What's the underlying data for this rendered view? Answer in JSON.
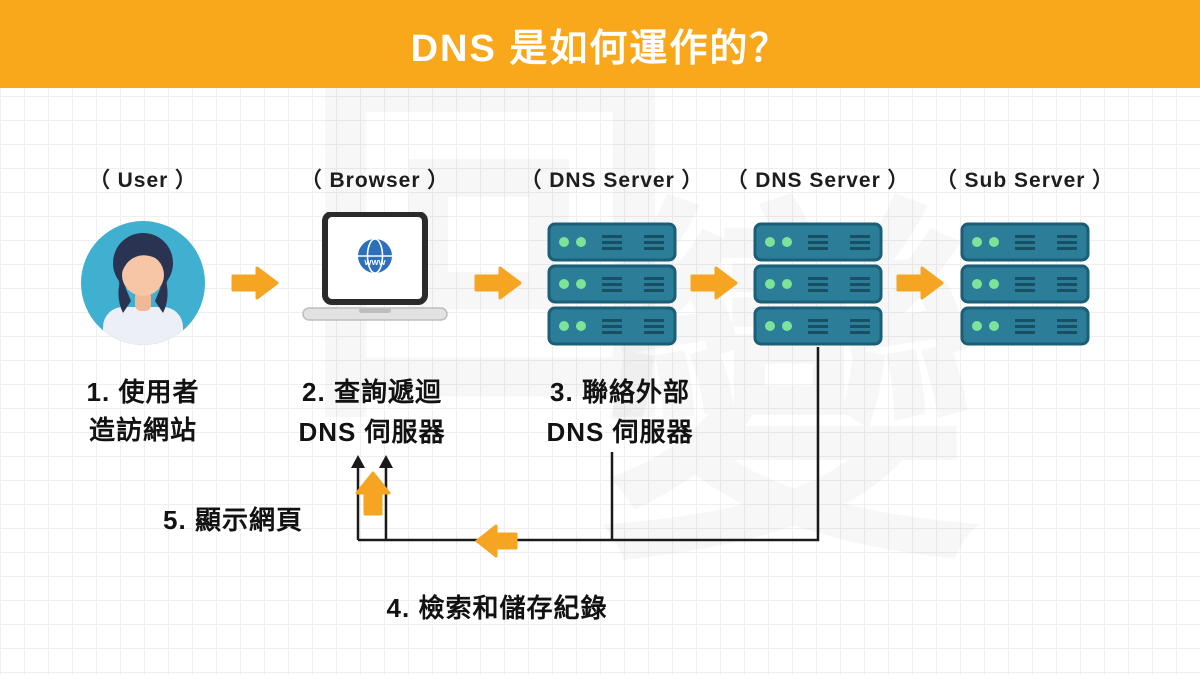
{
  "header": {
    "title": "DNS 是如何運作的？"
  },
  "columns": [
    {
      "label": "（ User ）"
    },
    {
      "label": "（ Browser ）"
    },
    {
      "label": "（ DNS Server ）"
    },
    {
      "label": "（ DNS Server ）"
    },
    {
      "label": "（ Sub Server ）"
    }
  ],
  "steps": {
    "s1a": "1. 使用者",
    "s1b": "造訪網站",
    "s2a": "2. 查詢遞迴",
    "s2b": "DNS 伺服器",
    "s3a": "3. 聯絡外部",
    "s3b": "DNS 伺服器",
    "s4": "4. 檢索和儲存紀錄",
    "s5": "5. 顯示網頁"
  },
  "icons": {
    "user": "user-avatar-icon",
    "browser": "laptop-globe-icon",
    "dns1": "server-stack-icon",
    "dns2": "server-stack-icon",
    "sub": "server-stack-icon",
    "flow": "orange-block-arrow-icon"
  },
  "colors": {
    "header_bg": "#F9A71B",
    "arrow": "#F5A522",
    "ink": "#121212",
    "line": "#1a1a1a",
    "avatar_bg": "#3FB0CF",
    "server_body": "#2C7D98",
    "server_edge": "#1A5E77",
    "server_dot": "#7CE398",
    "globe": "#2D6FBA"
  },
  "watermark": {
    "glyph1": "回",
    "glyph2": "變"
  }
}
